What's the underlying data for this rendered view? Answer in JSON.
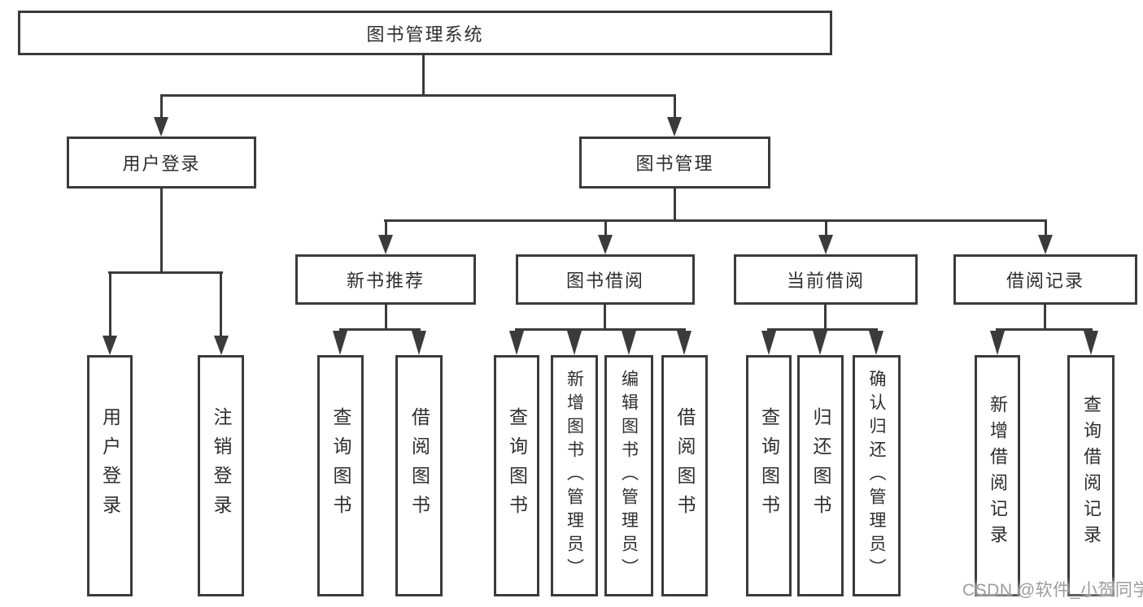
{
  "diagram": {
    "type": "hierarchy-flowchart",
    "colors": {
      "line": "#3b3b3b",
      "text": "#2e2e2e",
      "background": "#ffffff",
      "watermark": "#9c9c9c"
    },
    "tree": {
      "label": "图书管理系统",
      "children": [
        {
          "label": "用户登录",
          "children": [
            {
              "label": "用户登录"
            },
            {
              "label": "注销登录"
            }
          ]
        },
        {
          "label": "图书管理",
          "children": [
            {
              "label": "新书推荐",
              "children": [
                {
                  "label": "查询图书"
                },
                {
                  "label": "借阅图书"
                }
              ]
            },
            {
              "label": "图书借阅",
              "children": [
                {
                  "label": "查询图书"
                },
                {
                  "label": "新增图书（管理员）"
                },
                {
                  "label": "编辑图书（管理员）"
                },
                {
                  "label": "借阅图书"
                }
              ]
            },
            {
              "label": "当前借阅",
              "children": [
                {
                  "label": "查询图书"
                },
                {
                  "label": "归还图书"
                },
                {
                  "label": "确认归还（管理员）"
                }
              ]
            },
            {
              "label": "借阅记录",
              "children": [
                {
                  "label": "新增借阅记录"
                },
                {
                  "label": "查询借阅记录"
                }
              ]
            }
          ]
        }
      ]
    },
    "watermark": {
      "text": "CSDN @软件_小贺同学"
    }
  }
}
